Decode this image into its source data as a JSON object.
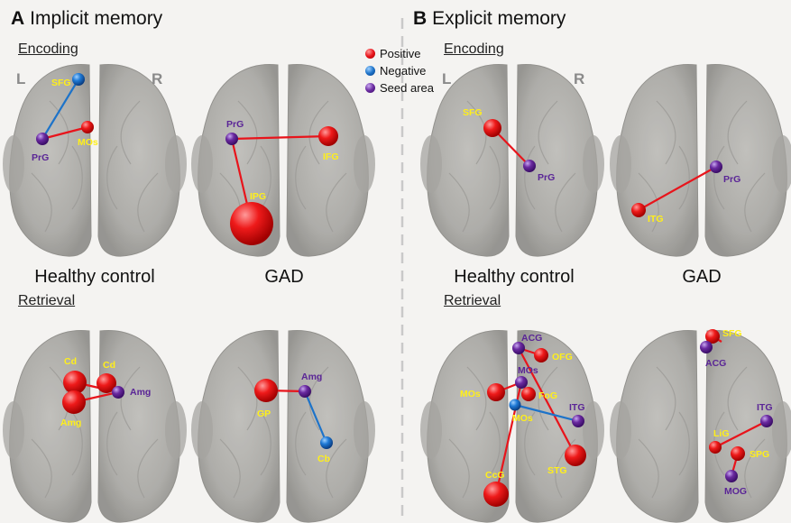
{
  "panel_a": {
    "letter": "A",
    "title": "Implicit memory"
  },
  "panel_b": {
    "letter": "B",
    "title": "Explicit memory"
  },
  "sections": {
    "encoding": "Encoding",
    "retrieval": "Retrieval"
  },
  "conditions": {
    "hc": "Healthy control",
    "gad": "GAD"
  },
  "sides": {
    "left": "L",
    "right": "R"
  },
  "legend": [
    {
      "label": "Positive",
      "color": "#e8141b"
    },
    {
      "label": "Negative",
      "color": "#1d73c9"
    },
    {
      "label": "Seed area",
      "color": "#6a2aa0"
    }
  ],
  "colors": {
    "positive": "#e8141b",
    "negative": "#1d73c9",
    "seed": "#6a2aa0",
    "label": "#ffef1a",
    "seed_label": "#5a2596"
  },
  "labels": {
    "a_enc_hc": [
      "SFG",
      "MOs",
      "PrG"
    ],
    "a_enc_gad": [
      "PrG",
      "IFG",
      "IPG"
    ],
    "a_ret_hc": [
      "Cd",
      "Cd",
      "Amg",
      "Amg"
    ],
    "a_ret_gad": [
      "Amg",
      "GP",
      "Cb"
    ],
    "b_enc_hc": [
      "SFG",
      "PrG"
    ],
    "b_enc_gad": [
      "PrG",
      "ITG"
    ],
    "b_ret_hc": [
      "ACG",
      "OFG",
      "MOs",
      "MOs",
      "FoG",
      "MOs",
      "ITG",
      "STG",
      "CcG"
    ],
    "b_ret_gad": [
      "SFG",
      "ACG",
      "ITG",
      "LiG",
      "SPG",
      "MOG"
    ]
  }
}
